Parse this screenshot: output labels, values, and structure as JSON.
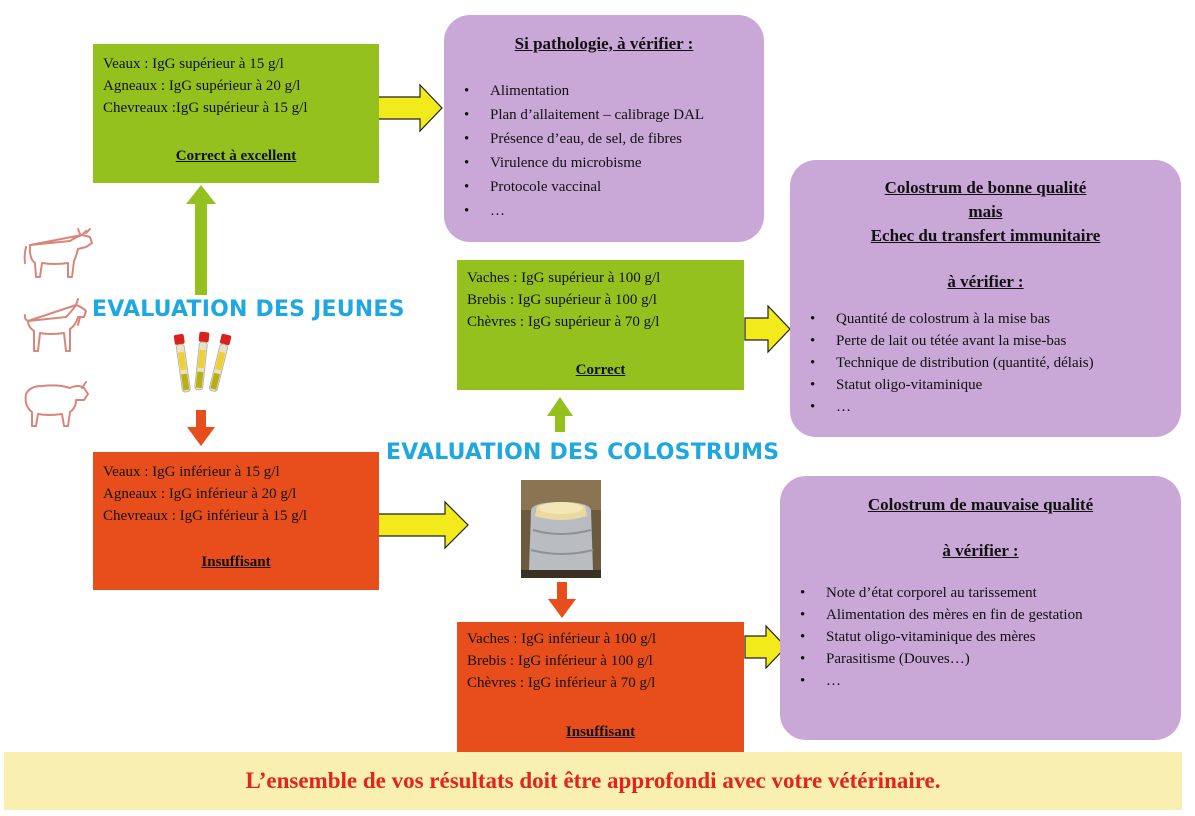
{
  "youth_eval": {
    "heading": "EVALUATION DES JEUNES",
    "good": {
      "lines": [
        "Veaux : IgG supérieur à 15 g/l",
        "Agneaux : IgG supérieur à 20 g/l",
        "Chevreaux :IgG supérieur à 15 g/l"
      ],
      "verdict": "Correct à excellent"
    },
    "bad": {
      "lines": [
        "Veaux : IgG inférieur à 15 g/l",
        "Agneaux : IgG inférieur à 20 g/l",
        "Chevreaux : IgG inférieur à 15 g/l"
      ],
      "verdict": "Insuffisant"
    }
  },
  "pathology_box": {
    "title": "Si pathologie, à vérifier :",
    "items": [
      "Alimentation",
      "Plan d’allaitement – calibrage DAL",
      "Présence d’eau, de sel, de fibres",
      "Virulence du microbisme",
      "Protocole vaccinal",
      "…"
    ]
  },
  "colostrum_eval": {
    "heading": "EVALUATION DES COLOSTRUMS",
    "good": {
      "lines": [
        "Vaches : IgG supérieur à 100 g/l",
        "Brebis : IgG supérieur à 100 g/l",
        "Chèvres : IgG supérieur à 70 g/l"
      ],
      "verdict": "Correct"
    },
    "bad": {
      "lines": [
        "Vaches : IgG inférieur à 100 g/l",
        "Brebis : IgG inférieur à 100 g/l",
        "Chèvres : IgG inférieur à 70 g/l"
      ],
      "verdict": "Insuffisant"
    }
  },
  "good_colostrum_box": {
    "title_lines": [
      "Colostrum de bonne qualité",
      "mais",
      "Echec du transfert immunitaire"
    ],
    "check_label": "à vérifier :",
    "items": [
      "Quantité de colostrum à la mise bas",
      "Perte de lait ou tétée avant la mise-bas",
      "Technique de distribution (quantité, délais)",
      "Statut oligo-vitaminique",
      "…"
    ]
  },
  "bad_colostrum_box": {
    "title": "Colostrum de mauvaise qualité",
    "check_label": "à vérifier :",
    "items": [
      "Note d’état corporel au tarissement",
      "Alimentation des mères en fin de gestation",
      "Statut oligo-vitaminique des mères",
      "Parasitisme (Douves…)",
      "…"
    ]
  },
  "footer": {
    "text": "L’ensemble de vos résultats doit être approfondi avec votre vétérinaire."
  },
  "icons": [
    "cow-icon",
    "goat-icon",
    "sheep-icon",
    "blood-tubes-icon",
    "milk-can-icon"
  ],
  "colors": {
    "green": "#95c11f",
    "red": "#e84e1b",
    "purple": "#c9a8d8",
    "heading_blue": "#1ea7e0",
    "footer_bg": "#f8efb0",
    "footer_text": "#e3241b",
    "arrow_yellow": "#f2ea1a"
  }
}
